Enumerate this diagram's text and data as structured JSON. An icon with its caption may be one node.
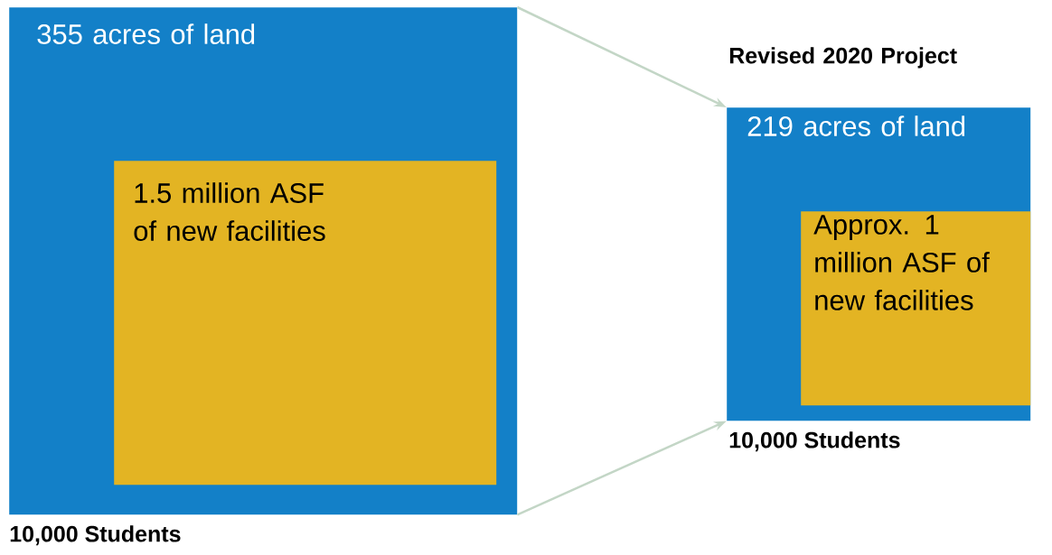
{
  "diagram": {
    "nodes": [
      {
        "text": [
          "355 acres of land"
        ],
        "beside": [
          "10,000 Students"
        ]
      },
      {
        "text": [
          "1.5 million ASF of new facilities"
        ],
        "in": 0
      },
      {
        "text": [
          "Revised 2020 Project",
          "219 acres of land"
        ],
        "beside": [
          "10,000 Students"
        ]
      },
      {
        "text": [
          "Approx. 1 million ASF of new facilities"
        ],
        "in": 2
      }
    ],
    "edges": [
      {
        "from": 0,
        "to": 2,
        "arrow": "to",
        "color": "#c3d6c6"
      },
      {
        "from": 0,
        "to": 2,
        "arrow": "to",
        "color": "#c3d6c6"
      }
    ]
  }
}
